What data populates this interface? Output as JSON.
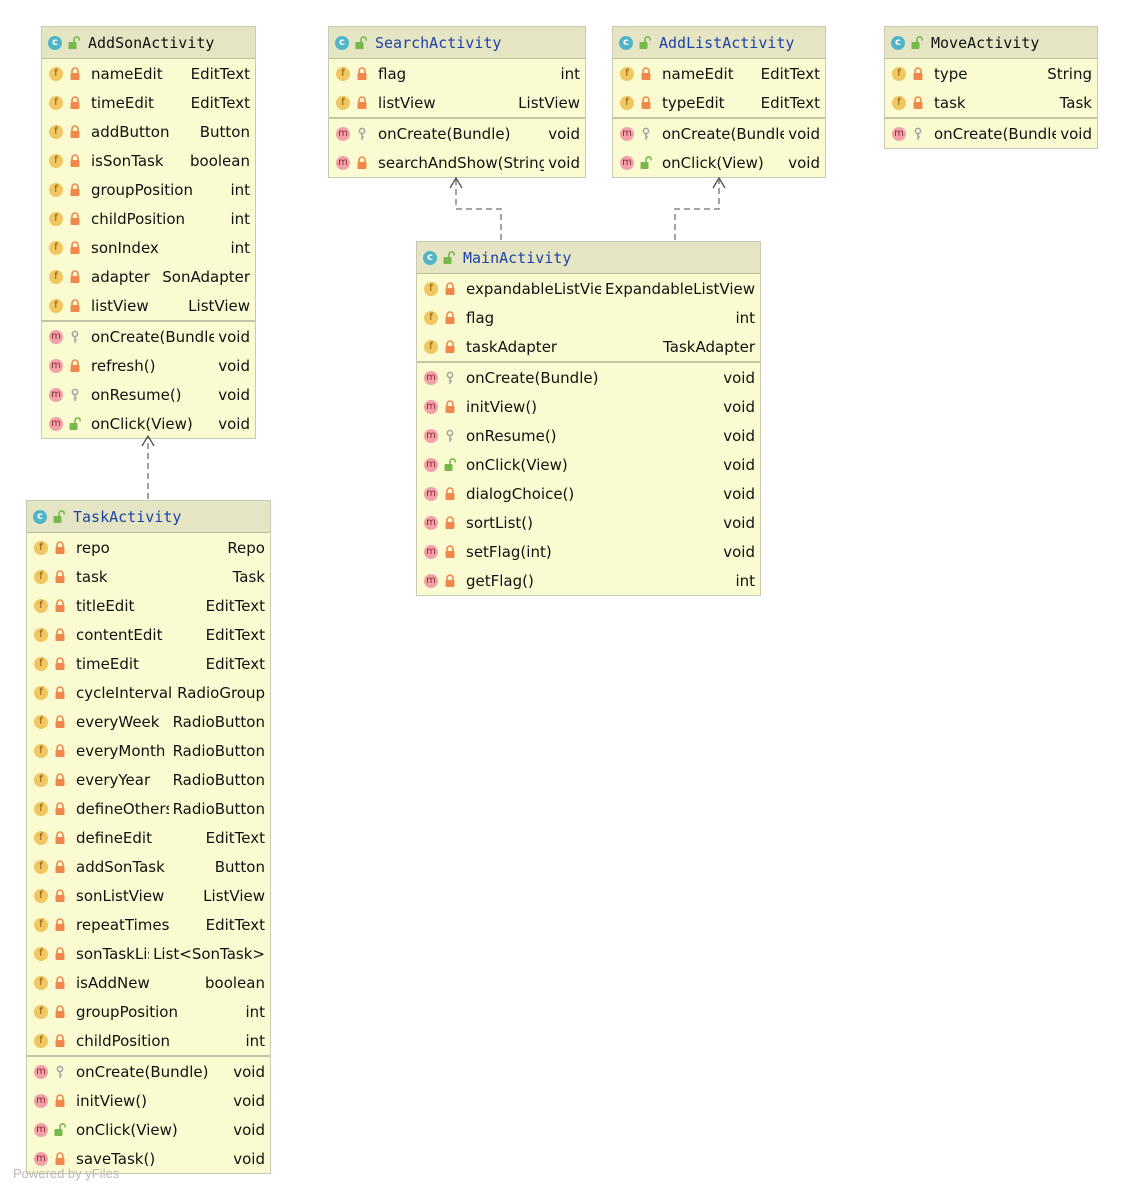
{
  "classes": {
    "addSon": {
      "name": "AddSonActivity",
      "name_color": "black",
      "fields": [
        {
          "name": "nameEdit",
          "type": "EditText",
          "vis": "private"
        },
        {
          "name": "timeEdit",
          "type": "EditText",
          "vis": "private"
        },
        {
          "name": "addButton",
          "type": "Button",
          "vis": "private"
        },
        {
          "name": "isSonTask",
          "type": "boolean",
          "vis": "private"
        },
        {
          "name": "groupPosition",
          "type": "int",
          "vis": "private"
        },
        {
          "name": "childPosition",
          "type": "int",
          "vis": "private"
        },
        {
          "name": "sonIndex",
          "type": "int",
          "vis": "private"
        },
        {
          "name": "adapter",
          "type": "SonAdapter",
          "vis": "private"
        },
        {
          "name": "listView",
          "type": "ListView",
          "vis": "private"
        }
      ],
      "methods": [
        {
          "name": "onCreate(Bundle)",
          "type": "void",
          "vis": "protected"
        },
        {
          "name": "refresh()",
          "type": "void",
          "vis": "private"
        },
        {
          "name": "onResume()",
          "type": "void",
          "vis": "protected"
        },
        {
          "name": "onClick(View)",
          "type": "void",
          "vis": "public"
        }
      ]
    },
    "search": {
      "name": "SearchActivity",
      "name_color": "blue",
      "fields": [
        {
          "name": "flag",
          "type": "int",
          "vis": "private"
        },
        {
          "name": "listView",
          "type": "ListView",
          "vis": "private"
        }
      ],
      "methods": [
        {
          "name": "onCreate(Bundle)",
          "type": "void",
          "vis": "protected"
        },
        {
          "name": "searchAndShow(String)",
          "type": "void",
          "vis": "private"
        }
      ]
    },
    "addList": {
      "name": "AddListActivity",
      "name_color": "blue",
      "fields": [
        {
          "name": "nameEdit",
          "type": "EditText",
          "vis": "private"
        },
        {
          "name": "typeEdit",
          "type": "EditText",
          "vis": "private"
        }
      ],
      "methods": [
        {
          "name": "onCreate(Bundle)",
          "type": "void",
          "vis": "protected"
        },
        {
          "name": "onClick(View)",
          "type": "void",
          "vis": "public"
        }
      ]
    },
    "move": {
      "name": "MoveActivity",
      "name_color": "black",
      "fields": [
        {
          "name": "type",
          "type": "String",
          "vis": "private"
        },
        {
          "name": "task",
          "type": "Task",
          "vis": "private"
        }
      ],
      "methods": [
        {
          "name": "onCreate(Bundle)",
          "type": "void",
          "vis": "protected"
        }
      ]
    },
    "main": {
      "name": "MainActivity",
      "name_color": "blue",
      "fields": [
        {
          "name": "expandableListView",
          "type": "ExpandableListView",
          "vis": "private"
        },
        {
          "name": "flag",
          "type": "int",
          "vis": "private"
        },
        {
          "name": "taskAdapter",
          "type": "TaskAdapter",
          "vis": "private"
        }
      ],
      "methods": [
        {
          "name": "onCreate(Bundle)",
          "type": "void",
          "vis": "protected"
        },
        {
          "name": "initView()",
          "type": "void",
          "vis": "private"
        },
        {
          "name": "onResume()",
          "type": "void",
          "vis": "protected"
        },
        {
          "name": "onClick(View)",
          "type": "void",
          "vis": "public"
        },
        {
          "name": "dialogChoice()",
          "type": "void",
          "vis": "private"
        },
        {
          "name": "sortList()",
          "type": "void",
          "vis": "private"
        },
        {
          "name": "setFlag(int)",
          "type": "void",
          "vis": "private"
        },
        {
          "name": "getFlag()",
          "type": "int",
          "vis": "private"
        }
      ]
    },
    "task": {
      "name": "TaskActivity",
      "name_color": "blue",
      "fields": [
        {
          "name": "repo",
          "type": "Repo",
          "vis": "private"
        },
        {
          "name": "task",
          "type": "Task",
          "vis": "private"
        },
        {
          "name": "titleEdit",
          "type": "EditText",
          "vis": "private"
        },
        {
          "name": "contentEdit",
          "type": "EditText",
          "vis": "private"
        },
        {
          "name": "timeEdit",
          "type": "EditText",
          "vis": "private"
        },
        {
          "name": "cycleInterval",
          "type": "RadioGroup",
          "vis": "private"
        },
        {
          "name": "everyWeek",
          "type": "RadioButton",
          "vis": "private"
        },
        {
          "name": "everyMonth",
          "type": "RadioButton",
          "vis": "private"
        },
        {
          "name": "everyYear",
          "type": "RadioButton",
          "vis": "private"
        },
        {
          "name": "defineOthers",
          "type": "RadioButton",
          "vis": "private"
        },
        {
          "name": "defineEdit",
          "type": "EditText",
          "vis": "private"
        },
        {
          "name": "addSonTask",
          "type": "Button",
          "vis": "private"
        },
        {
          "name": "sonListView",
          "type": "ListView",
          "vis": "private"
        },
        {
          "name": "repeatTimes",
          "type": "EditText",
          "vis": "private"
        },
        {
          "name": "sonTaskList",
          "type": "List<SonTask>",
          "vis": "private"
        },
        {
          "name": "isAddNew",
          "type": "boolean",
          "vis": "private"
        },
        {
          "name": "groupPosition",
          "type": "int",
          "vis": "private"
        },
        {
          "name": "childPosition",
          "type": "int",
          "vis": "private"
        }
      ],
      "methods": [
        {
          "name": "onCreate(Bundle)",
          "type": "void",
          "vis": "protected"
        },
        {
          "name": "initView()",
          "type": "void",
          "vis": "private"
        },
        {
          "name": "onClick(View)",
          "type": "void",
          "vis": "public"
        },
        {
          "name": "saveTask()",
          "type": "void",
          "vis": "private"
        }
      ]
    }
  },
  "badges": {
    "class": "c",
    "field": "f",
    "method": "m"
  },
  "colors": {
    "name_blue": "#1f43a5",
    "box_bg": "#fbfbd2",
    "header_bg": "#e5e5c3",
    "private_lock": "#f0884d",
    "public_lock": "#77b84a",
    "protected_key": "#a2a2a2"
  },
  "watermark": "Powered by yFiles"
}
